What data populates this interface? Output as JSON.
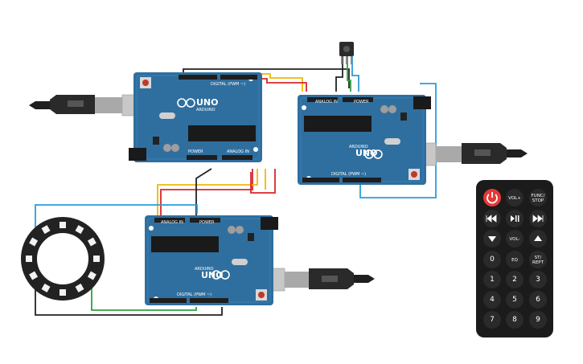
{
  "colors": {
    "board": "#2f6f9f",
    "board_dark": "#245a86",
    "header": "#1e1e1e",
    "chip": "#1a1a1a",
    "usb_metal": "#c8c8c8",
    "cable": "#2a2a2a",
    "wire_black": "#222222",
    "wire_red": "#d9262b",
    "wire_yellow": "#f2b705",
    "wire_green": "#2ea043",
    "wire_blue": "#2d9cdb",
    "remote_body": "#1b1b1b",
    "remote_button": "#2a2a2a",
    "power_button": "#e53935",
    "ring": "#222222"
  },
  "boards": [
    {
      "id": "top-left",
      "brand": "UNO",
      "logo_text": "ARDUINO",
      "power_label": "POWER",
      "analog_label": "ANALOG IN",
      "digital_label": "DIGITAL (PWM ~)"
    },
    {
      "id": "right",
      "brand": "UNO",
      "logo_text": "ARDUINO",
      "power_label": "POWER",
      "analog_label": "ANALOG IN",
      "digital_label": "DIGITAL (PWM ~)"
    },
    {
      "id": "bottom",
      "brand": "UNO",
      "logo_text": "ARDUINO",
      "power_label": "POWER",
      "analog_label": "ANALOG IN",
      "digital_label": "DIGITAL (PWM ~)"
    }
  ],
  "remote": {
    "icons": [
      "power-icon",
      "previous-icon",
      "play-pause-icon",
      "next-icon",
      "down-arrow-icon",
      "up-arrow-icon"
    ],
    "buttons": {
      "vol_up": "VOL+",
      "func_stop": "FUNC/\nSTOP",
      "func": "FUNC/",
      "stop": "STOP",
      "vol_down": "VOL-",
      "eq": "EQ",
      "st": "ST/",
      "rept": "REPT",
      "digits": [
        "0",
        "1",
        "2",
        "3",
        "4",
        "5",
        "6",
        "7",
        "8",
        "9"
      ]
    }
  }
}
